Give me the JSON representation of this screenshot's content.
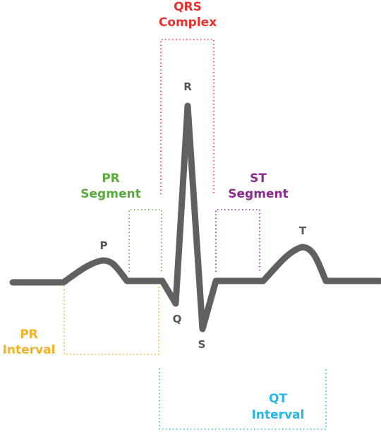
{
  "colors": {
    "waveform": "#606060",
    "wave_label": "#555555",
    "qrs_complex": "#e8312f",
    "pr_segment": "#5aab3c",
    "st_segment": "#8b2a8f",
    "pr_interval": "#f5b223",
    "qt_interval": "#25b8e6"
  },
  "waves": {
    "p": "P",
    "q": "Q",
    "r": "R",
    "s": "S",
    "t": "T"
  },
  "regions": {
    "qrs_complex": {
      "line1": "QRS",
      "line2": "Complex"
    },
    "pr_segment": {
      "line1": "PR",
      "line2": "Segment"
    },
    "st_segment": {
      "line1": "ST",
      "line2": "Segment"
    },
    "pr_interval": {
      "line1": "PR",
      "line2": "Interval"
    },
    "qt_interval": {
      "line1": "QT",
      "line2": "Interval"
    }
  }
}
